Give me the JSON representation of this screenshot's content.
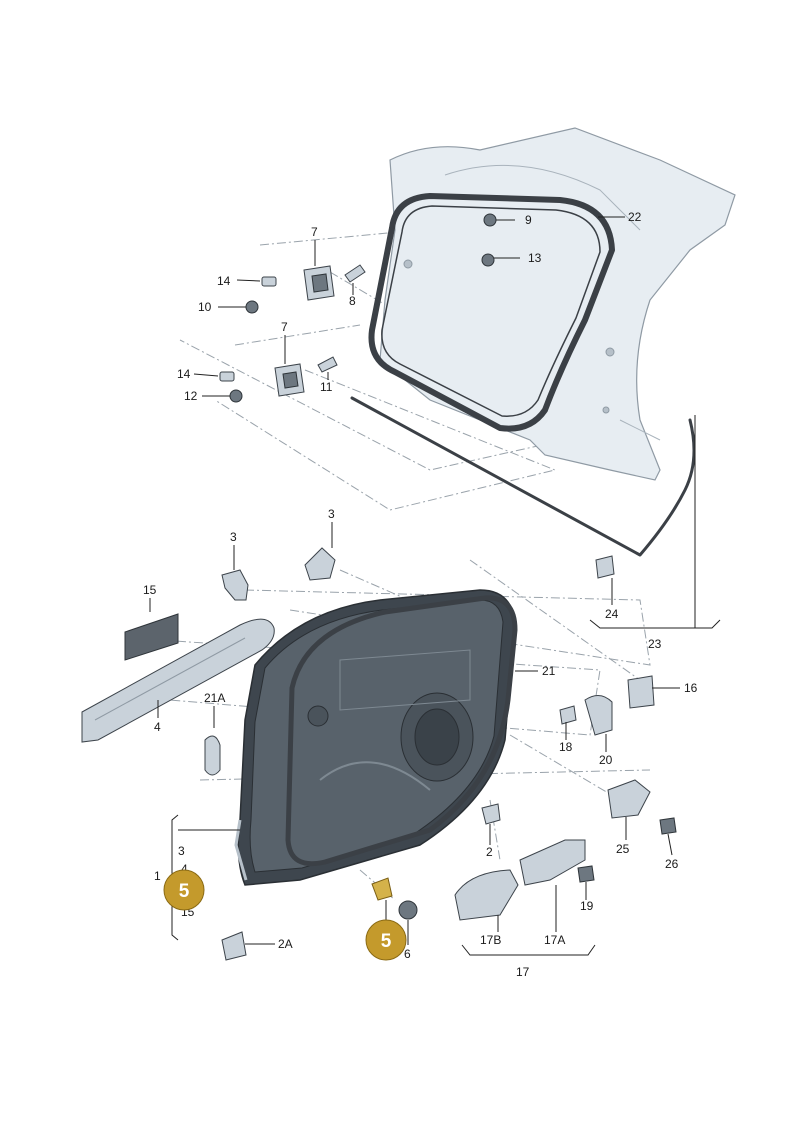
{
  "labels": {
    "l1": "1",
    "l2": "2",
    "l2a": "2A",
    "l3a": "3",
    "l3b": "3",
    "l3c": "3",
    "l4": "4",
    "l4b": "4",
    "l6": "6",
    "l7a": "7",
    "l7b": "7",
    "l8": "8",
    "l9": "9",
    "l10": "10",
    "l11": "11",
    "l12": "12",
    "l13": "13",
    "l14a": "14",
    "l14b": "14",
    "l15": "15",
    "l15b": "15",
    "l16": "16",
    "l17": "17",
    "l17a": "17A",
    "l17b": "17B",
    "l18": "18",
    "l19": "19",
    "l20": "20",
    "l21": "21",
    "l21a": "21A",
    "l22": "22",
    "l23": "23",
    "l24": "24",
    "l25": "25",
    "l26": "26"
  },
  "highlight": {
    "number": "5",
    "color": "#c49a2c",
    "callouts": [
      "left-badge",
      "bolt-badge"
    ]
  }
}
